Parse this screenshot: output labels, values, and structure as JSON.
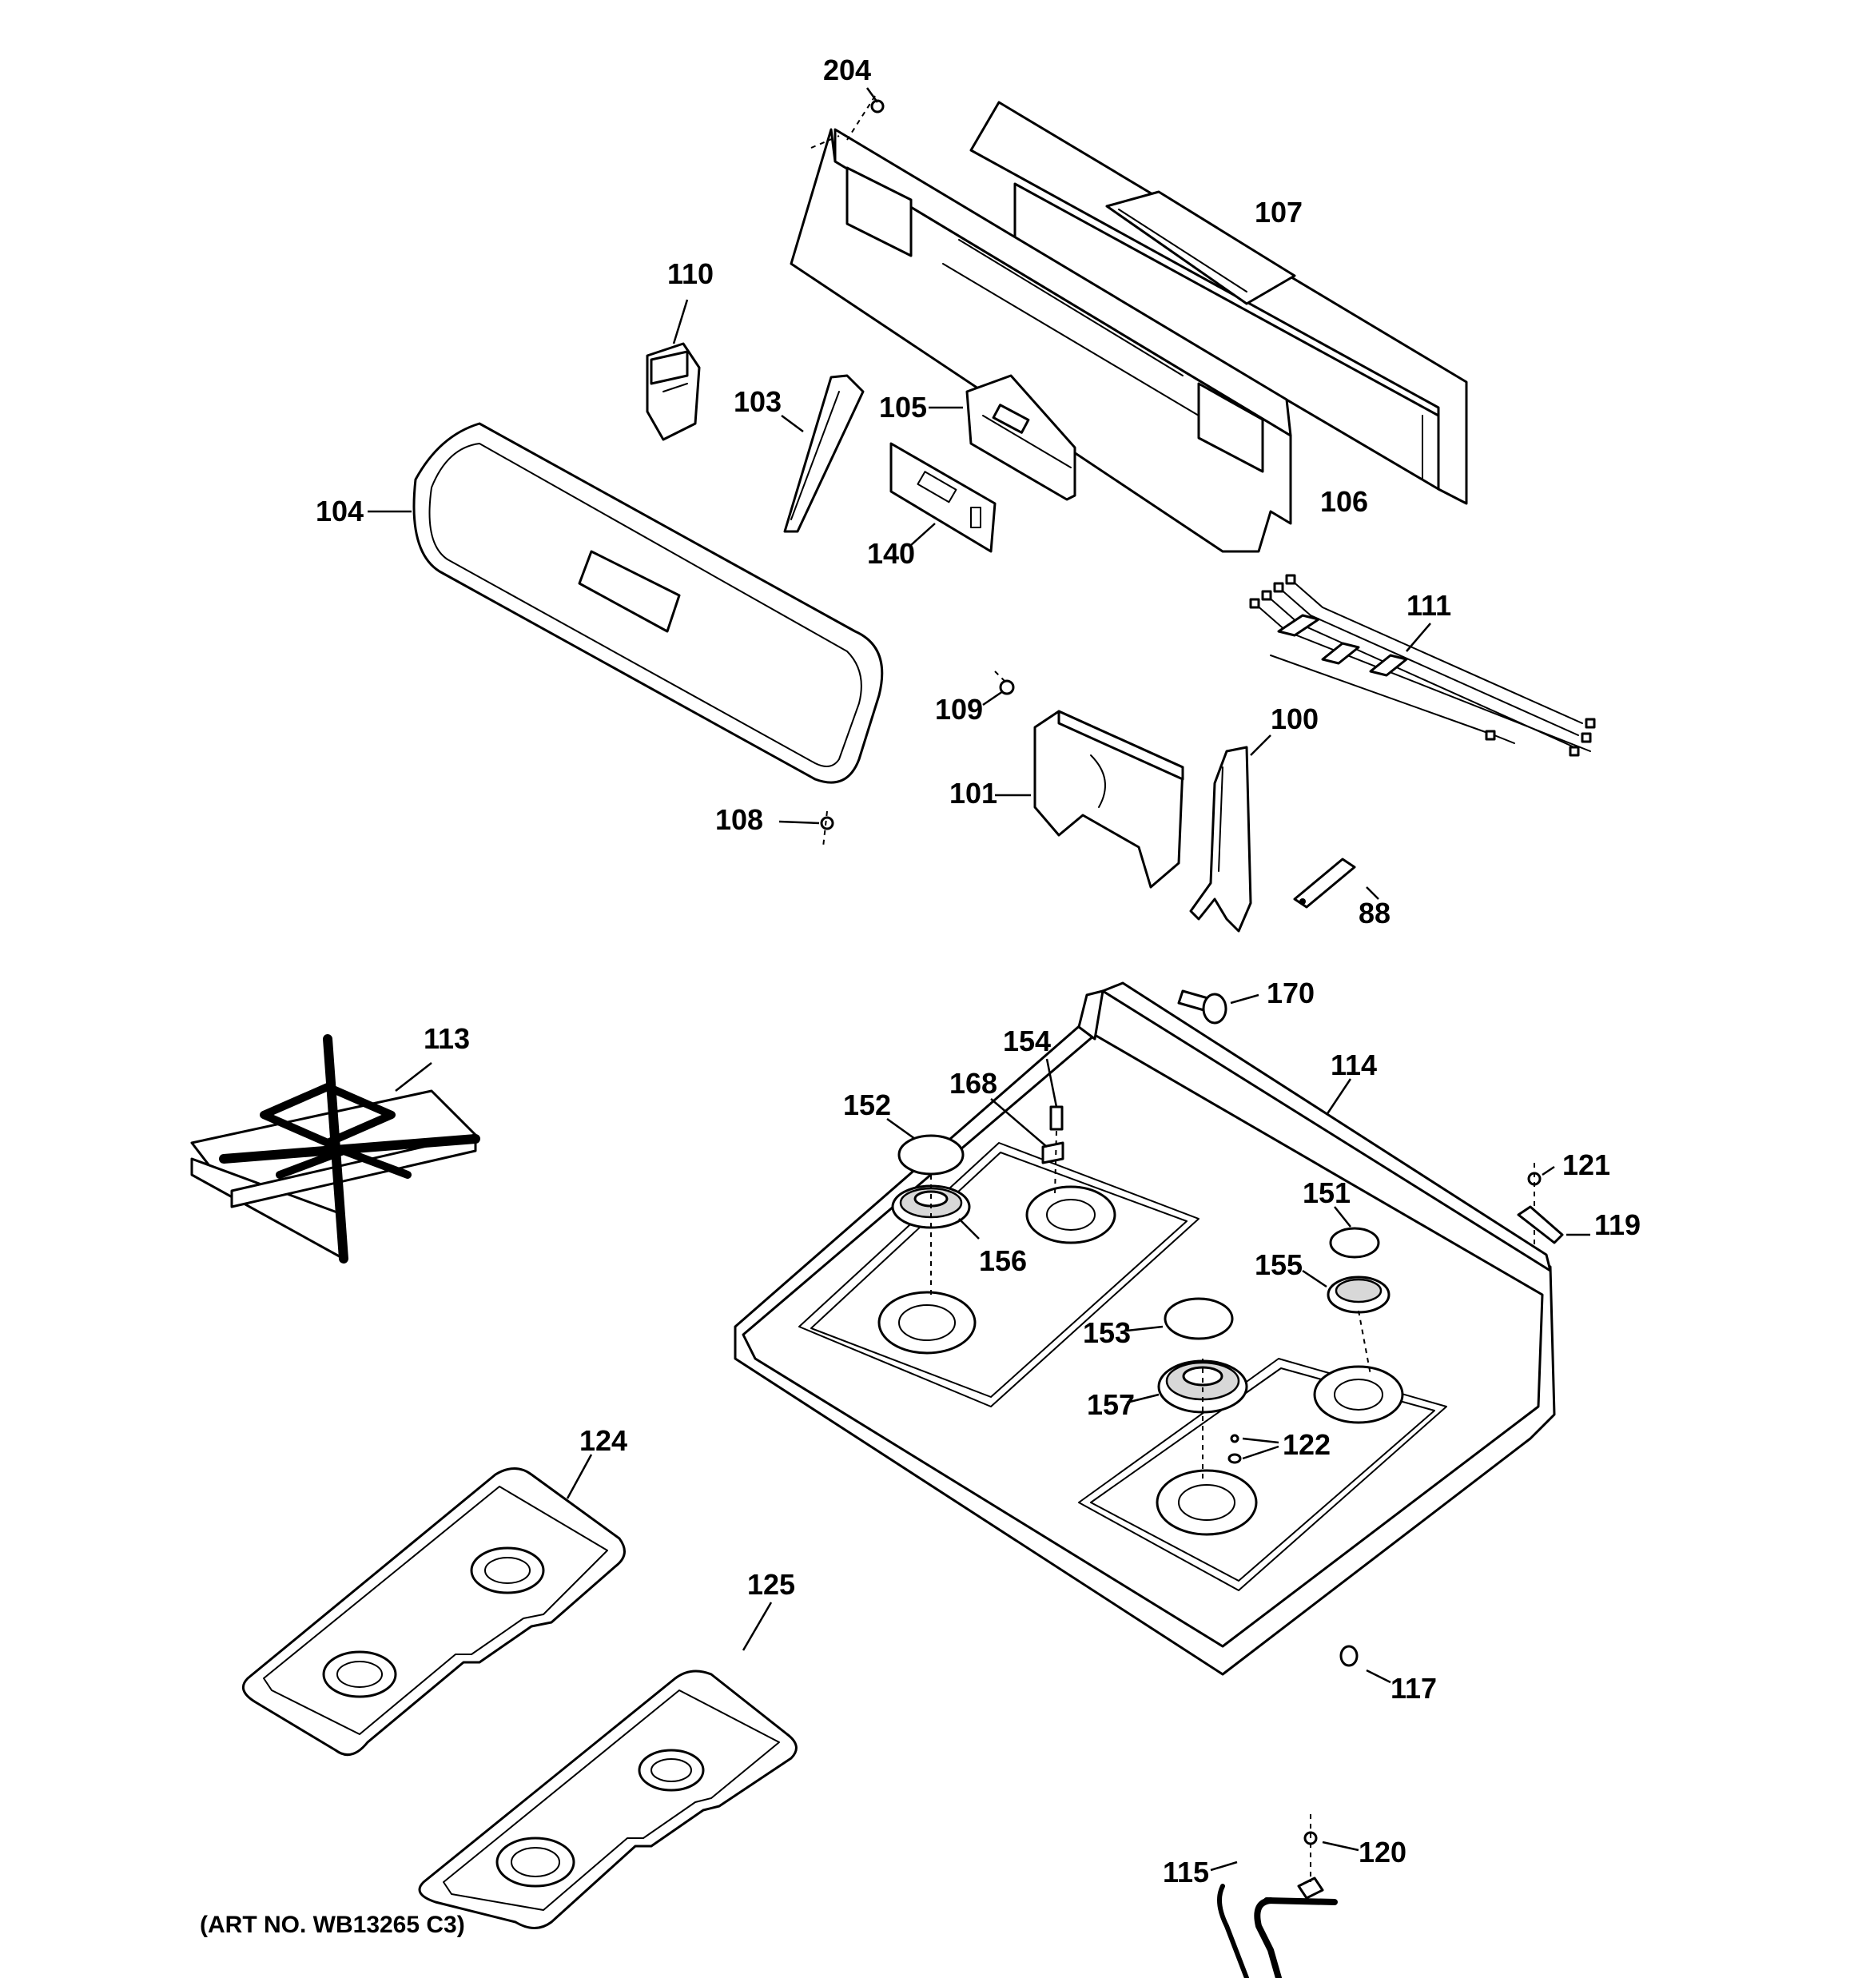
{
  "diagram": {
    "art_number": "(ART NO. WB13265 C3)",
    "callouts": {
      "c204": "204",
      "c107": "107",
      "c110": "110",
      "c103": "103",
      "c105": "105",
      "c104": "104",
      "c106": "106",
      "c140": "140",
      "c111": "111",
      "c109": "109",
      "c100": "100",
      "c101": "101",
      "c108": "108",
      "c88": "88",
      "c170": "170",
      "c113": "113",
      "c154": "154",
      "c114": "114",
      "c168": "168",
      "c152": "152",
      "c121": "121",
      "c151": "151",
      "c119": "119",
      "c156": "156",
      "c155": "155",
      "c153": "153",
      "c157": "157",
      "c122": "122",
      "c124": "124",
      "c125": "125",
      "c117": "117",
      "c120": "120",
      "c115": "115"
    }
  }
}
